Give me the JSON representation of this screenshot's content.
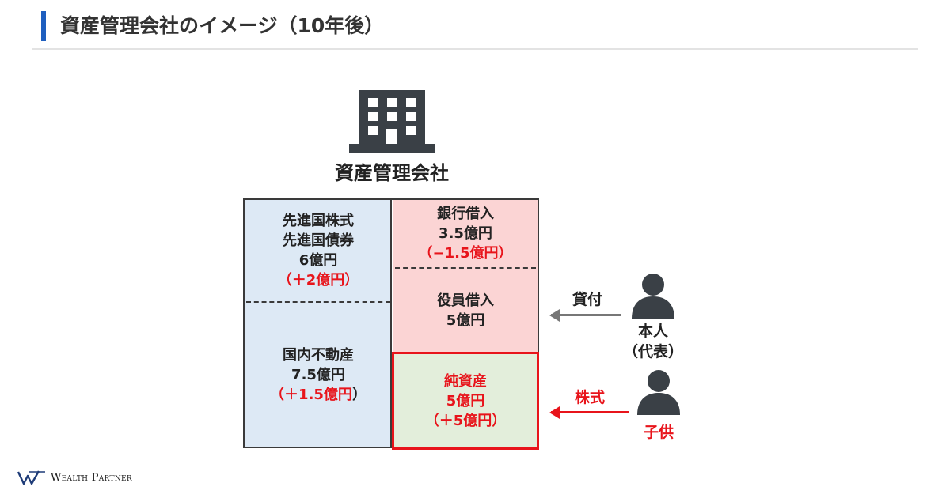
{
  "header": {
    "title": "資産管理会社のイメージ（10年後）"
  },
  "company": {
    "name": "資産管理会社"
  },
  "balance_sheet": {
    "assets": {
      "foreign": {
        "line1": "先進国株式",
        "line2": "先進国債券",
        "amount": "6億円",
        "change": "（＋2億円）"
      },
      "domestic": {
        "line1": "国内不動産",
        "amount": "7.5億円",
        "change_paren_open": "（",
        "change_value": "＋1.5億円",
        "change_paren_close": "）"
      }
    },
    "liabilities": {
      "bank": {
        "line1": "銀行借入",
        "amount": "3.5億円",
        "change": "（−1.5億円）"
      },
      "officer": {
        "line1": "役員借入",
        "amount": "5億円"
      }
    },
    "equity": {
      "line1": "純資産",
      "amount": "5億円",
      "change": "（＋5億円）"
    }
  },
  "persons": {
    "principal": {
      "line1": "本人",
      "line2": "（代表）",
      "arrow_label": "貸付"
    },
    "child": {
      "name": "子供",
      "arrow_label": "株式"
    }
  },
  "colors": {
    "accent": "#1f5fbf",
    "red": "#e8141b",
    "asset_fill": "#dde9f5",
    "liability_fill": "#fbd4d4",
    "equity_fill": "#e3eedb",
    "icon": "#3a4046"
  },
  "footer": {
    "brand": "Wealth Partner"
  }
}
